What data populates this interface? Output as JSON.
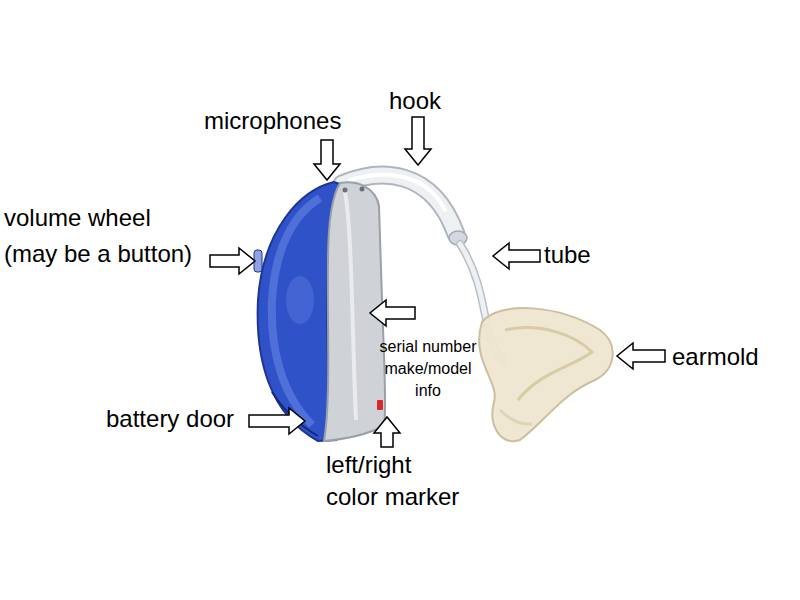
{
  "diagram": {
    "labels": [
      "hook",
      "microphones",
      "volume wheel (may be a button)",
      "tube",
      "serial number make/model info",
      "earmold",
      "battery door",
      "left/right color marker"
    ]
  }
}
